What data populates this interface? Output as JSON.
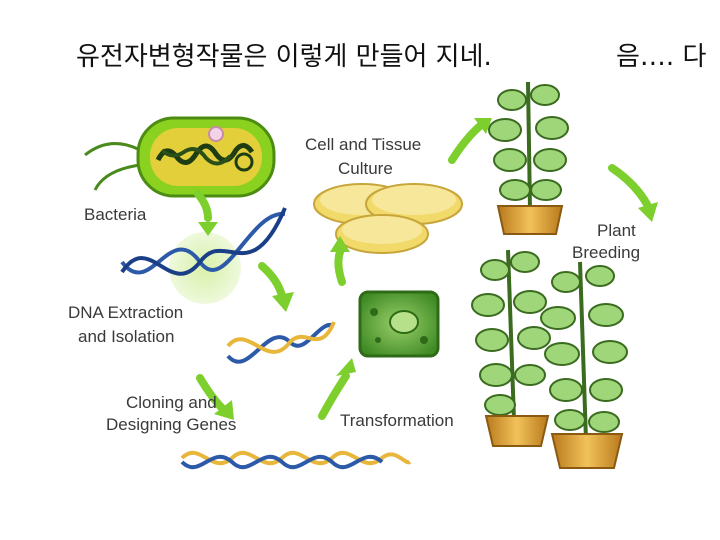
{
  "slide": {
    "title": "유전자변형작물은 이렇게 만들어 지네.",
    "title_right": "음…. 다"
  },
  "diagram": {
    "labels": {
      "bacteria": "Bacteria",
      "dna_1": "DNA Extraction",
      "dna_2": "and Isolation",
      "cloning_1": "Cloning and",
      "cloning_2": "Designing Genes",
      "transformation": "Transformation",
      "culture_1": "Cell and Tissue",
      "culture_2": "Culture",
      "breeding_1": "Plant",
      "breeding_2": "Breeding"
    },
    "colors": {
      "arrow": "#7ccf2c",
      "bacteria_body": "#8bd11f",
      "bacteria_inner": "#e2cf3a",
      "dna_blue": "#2c5aa8",
      "dna_gold": "#e8b63a",
      "petri": "#f1d96a",
      "cell": "#6fb83a",
      "leaf": "#9fd67a",
      "pot": "#e2a73b"
    },
    "icons": [
      "bacteria-icon",
      "dna-helix-icon",
      "petri-dish-icon",
      "plant-cell-icon",
      "potted-plant-icon",
      "green-arrow-icon"
    ]
  }
}
